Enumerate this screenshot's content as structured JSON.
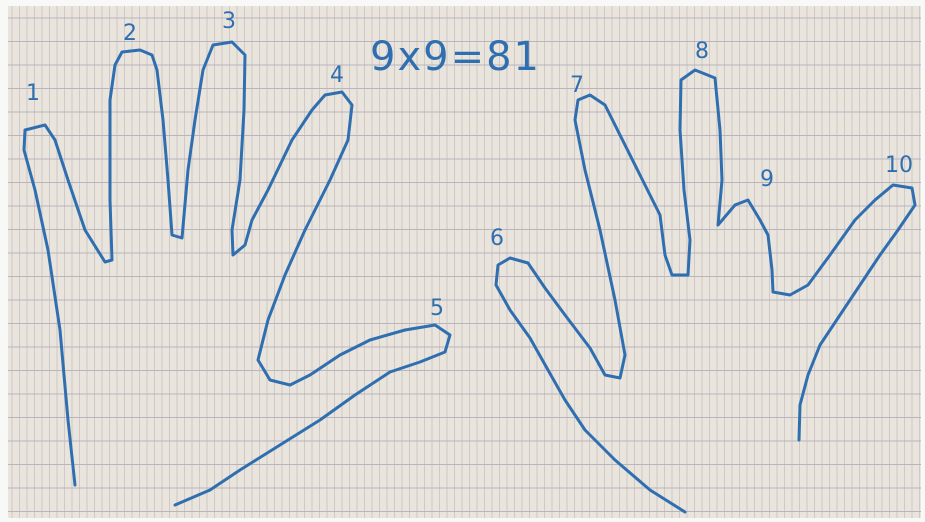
{
  "equation": "9x9=81",
  "finger_numbers": [
    "1",
    "2",
    "3",
    "4",
    "5",
    "6",
    "7",
    "8",
    "9",
    "10"
  ],
  "colors": {
    "ink": "#2f6fb0",
    "paper": "#e9e4dc",
    "grid_vertical": "#c9c1c5",
    "grid_horizontal": "#b9b4be"
  }
}
